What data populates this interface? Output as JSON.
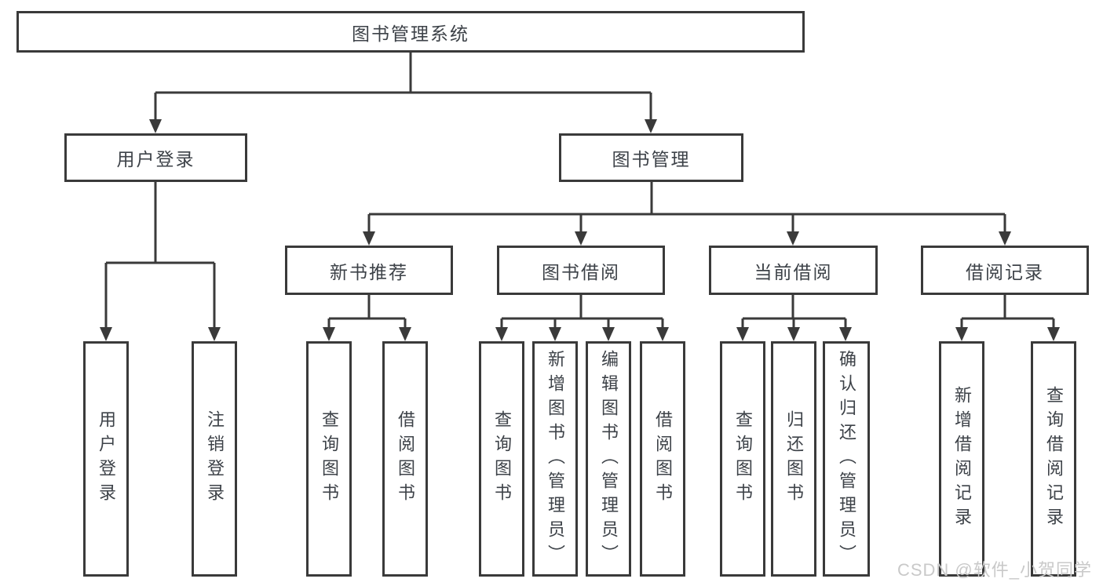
{
  "diagram": {
    "root": {
      "label": "图书管理系统"
    },
    "level2": [
      {
        "label": "用户登录"
      },
      {
        "label": "图书管理"
      }
    ],
    "level3": [
      {
        "label": "新书推荐"
      },
      {
        "label": "图书借阅"
      },
      {
        "label": "当前借阅"
      },
      {
        "label": "借阅记录"
      }
    ],
    "leaves": {
      "user_login": [
        "用户登录",
        "注销登录"
      ],
      "new_book_recommend": [
        "查询图书",
        "借阅图书"
      ],
      "book_borrow": [
        "查询图书",
        "新增图书（管理员）",
        "编辑图书（管理员）",
        "借阅图书"
      ],
      "current_borrow": [
        "查询图书",
        "归还图书",
        "确认归还（管理员）"
      ],
      "borrow_records": [
        "新增借阅记录",
        "查询借阅记录"
      ]
    }
  },
  "watermark": {
    "text": "CSDN @软件_小贺同学"
  },
  "colors": {
    "line": "#3a3a3a",
    "text": "#3d4248",
    "watermark": "#c9c9c9",
    "background": "#ffffff"
  }
}
